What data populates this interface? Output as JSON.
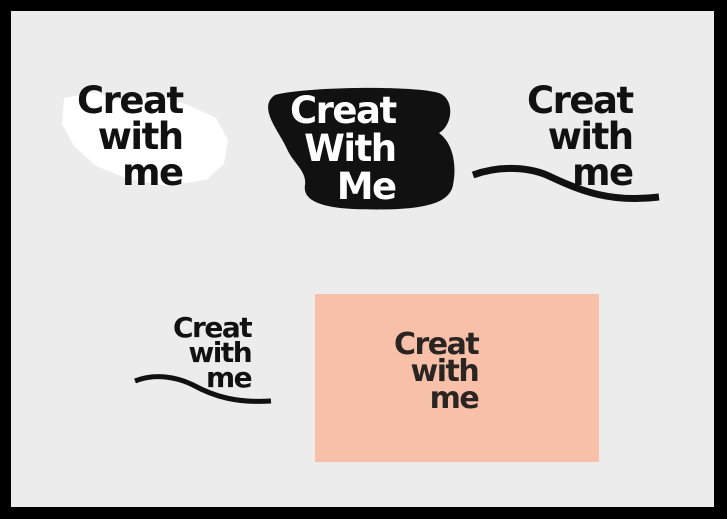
{
  "colors": {
    "frame": "#000000",
    "canvas": "#ececec",
    "ink": "#111111",
    "white": "#ffffff",
    "peach_bg": "#f8c0a8",
    "peach_ink": "#2a2422"
  },
  "logos": [
    {
      "variant": "white-splash",
      "lines": [
        "Creat",
        "with",
        "me"
      ]
    },
    {
      "variant": "black-blob",
      "lines": [
        "Creat",
        "With",
        "Me"
      ]
    },
    {
      "variant": "wave-large",
      "lines": [
        "Creat",
        "with",
        "me"
      ]
    },
    {
      "variant": "wave-small",
      "lines": [
        "Creat",
        "with",
        "me"
      ]
    },
    {
      "variant": "peach-card",
      "lines": [
        "Creat",
        "with",
        "me"
      ]
    }
  ]
}
